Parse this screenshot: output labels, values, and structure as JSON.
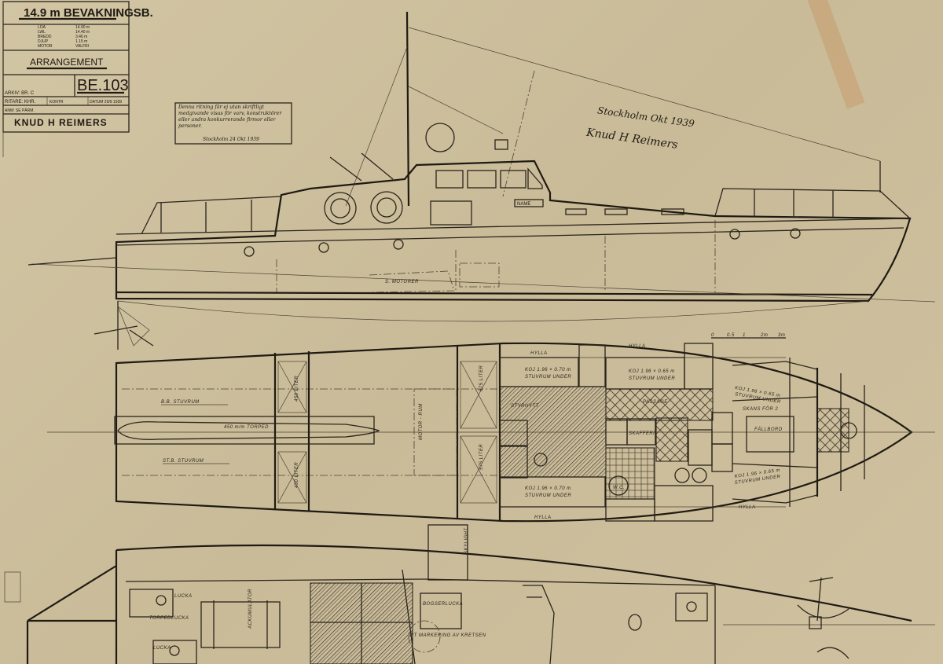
{
  "title_block": {
    "vessel": "14.9 m BEVAKNINGSB.",
    "specs": [
      {
        "label": "LOA",
        "value": "14.90 m"
      },
      {
        "label": "LWL",
        "value": "14.40 m"
      },
      {
        "label": "BREDD",
        "value": "3.46 m"
      },
      {
        "label": "DJUP",
        "value": "1.15 m"
      },
      {
        "label": "MOTOR",
        "value": "VALFRI"
      }
    ],
    "drawing_type": "ARRANGEMENT",
    "drawing_number": "BE.103",
    "archive": "ARKIV: BR. C",
    "drawer": "RITARE: KHR.",
    "checker": "KONTR",
    "date": "DATUM 29/9 1939",
    "note": "ANM: SE PÄRM.",
    "designer": "KNUD H REIMERS"
  },
  "copyright_note": {
    "text": "Denna ritning får ej utan skriftligt medgivande visas för varv, konstruktörer eller andra konkurrerande firmor eller personer.",
    "place_date": "Stockholm 24 Okt 1939"
  },
  "signature": {
    "place_date": "Stockholm Okt 1939",
    "name": "Knud H Reimers"
  },
  "profile": {
    "name_board": "NAME",
    "label": "S. MOTORER"
  },
  "plan": {
    "bb_stuvrum": "B.B. STUVRUM",
    "stb_stuvrum": "ST.B. STUVRUM",
    "torpedo": "450 m/m TORPED",
    "motor_room": "MOTOR - RUM",
    "tank_1": "450 LITER",
    "tank_2": "450 LITER",
    "tank_3": "575 LITER",
    "tank_4": "575 LITER",
    "berth_1": "KOJ 1.96 × 0.70 m",
    "berth_1_sub": "STUVRUM UNDER",
    "berth_2": "KOJ 1.96 × 0.65 m",
    "berth_2_sub": "STUVRUM UNDER",
    "berth_3": "KOJ 1.96 × 0.70 m",
    "berth_3_sub": "STUVRUM UNDER",
    "berth_4": "KOJ 1.96 × 0.65 m",
    "berth_4_sub": "STUVRUM UNDER",
    "berth_5": "KOJ 1.96 × 0.65 m",
    "berth_5_sub": "STUVRUM UNDER",
    "shelf": "HYLLA",
    "wheelhouse": "STYRHYTT",
    "passage": "PASSAGE",
    "wc": "W.C.",
    "pantry": "SKAFFERI",
    "table": "FÄLLBORD",
    "forecastle": "SKANS FÖR 2"
  },
  "deck": {
    "torpedo_hatch": "TORPEDLUCKA",
    "hatch_1": "LUCKA",
    "hatch_2": "LUCKA",
    "accumulator": "ACKUMULATOR",
    "skylight": "SKYLIGHT",
    "bow_hatch": "BOGSERLUCKA",
    "marking": "VIT MARKERING AV KRETSEN"
  },
  "scale": [
    "0",
    "0.5",
    "1",
    "2m",
    "3m"
  ]
}
